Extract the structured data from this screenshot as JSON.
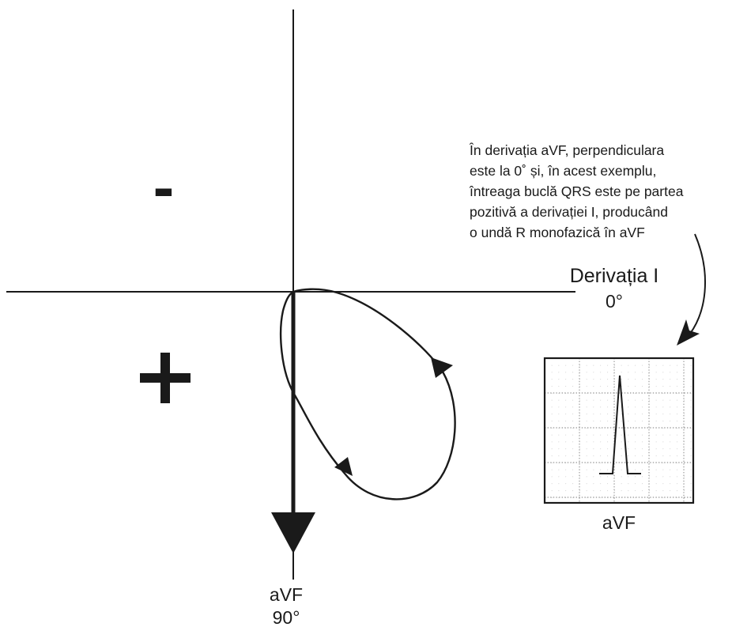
{
  "signs": {
    "negative": "-",
    "positive": "+"
  },
  "lead_i": {
    "name": "Derivația I",
    "angle": "0°"
  },
  "avf_axis": {
    "name": "aVF",
    "angle": "90°"
  },
  "annotation": [
    "În derivația aVF, perpendiculara",
    "este la 0˚ și, în acest exemplu,",
    "întreaga buclă QRS este pe partea",
    "pozitivă a derivației I, producând",
    "o undă R monofazică în aVF"
  ],
  "ecg_box": {
    "label": "aVF"
  },
  "colors": {
    "ink": "#1a1a1a",
    "grid": "#9a9a9a"
  }
}
